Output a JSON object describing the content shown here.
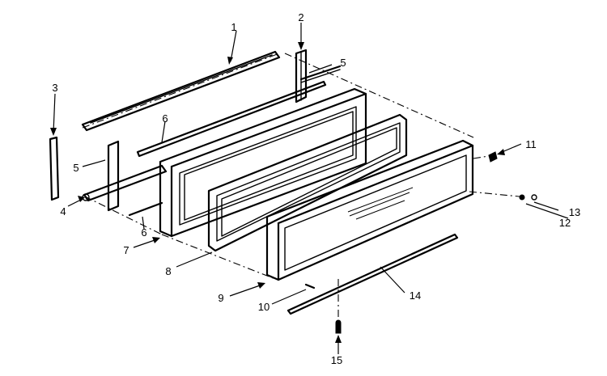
{
  "callouts": [
    {
      "id": "1",
      "text": "1"
    },
    {
      "id": "2",
      "text": "2"
    },
    {
      "id": "3",
      "text": "3"
    },
    {
      "id": "4",
      "text": "4"
    },
    {
      "id": "5a",
      "text": "5"
    },
    {
      "id": "5b",
      "text": "5"
    },
    {
      "id": "6a",
      "text": "6"
    },
    {
      "id": "6b",
      "text": "6"
    },
    {
      "id": "7",
      "text": "7"
    },
    {
      "id": "8",
      "text": "8"
    },
    {
      "id": "9",
      "text": "9"
    },
    {
      "id": "10",
      "text": "10"
    },
    {
      "id": "11",
      "text": "11"
    },
    {
      "id": "12",
      "text": "12"
    },
    {
      "id": "13",
      "text": "13"
    },
    {
      "id": "14",
      "text": "14"
    },
    {
      "id": "15",
      "text": "15"
    }
  ]
}
